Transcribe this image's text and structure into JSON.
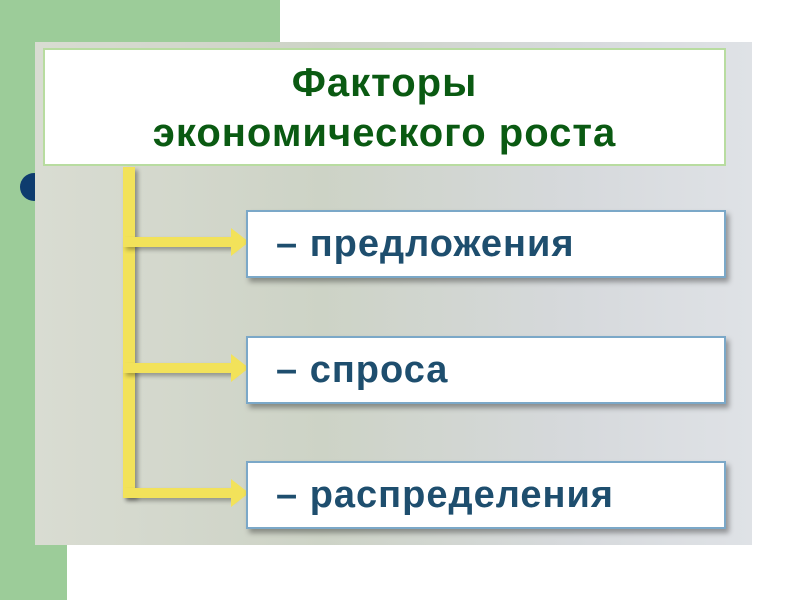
{
  "title_line1": "Факторы",
  "title_line2": "экономического роста",
  "items": [
    {
      "label": "– предложения"
    },
    {
      "label": "– спроса"
    },
    {
      "label": "– распределения"
    }
  ],
  "colors": {
    "accent_green": "#9ccc99",
    "title_text": "#0a5a12",
    "box_text": "#1e4e6e",
    "arrow": "#f2e25a",
    "bullet": "#0e3c6e"
  }
}
